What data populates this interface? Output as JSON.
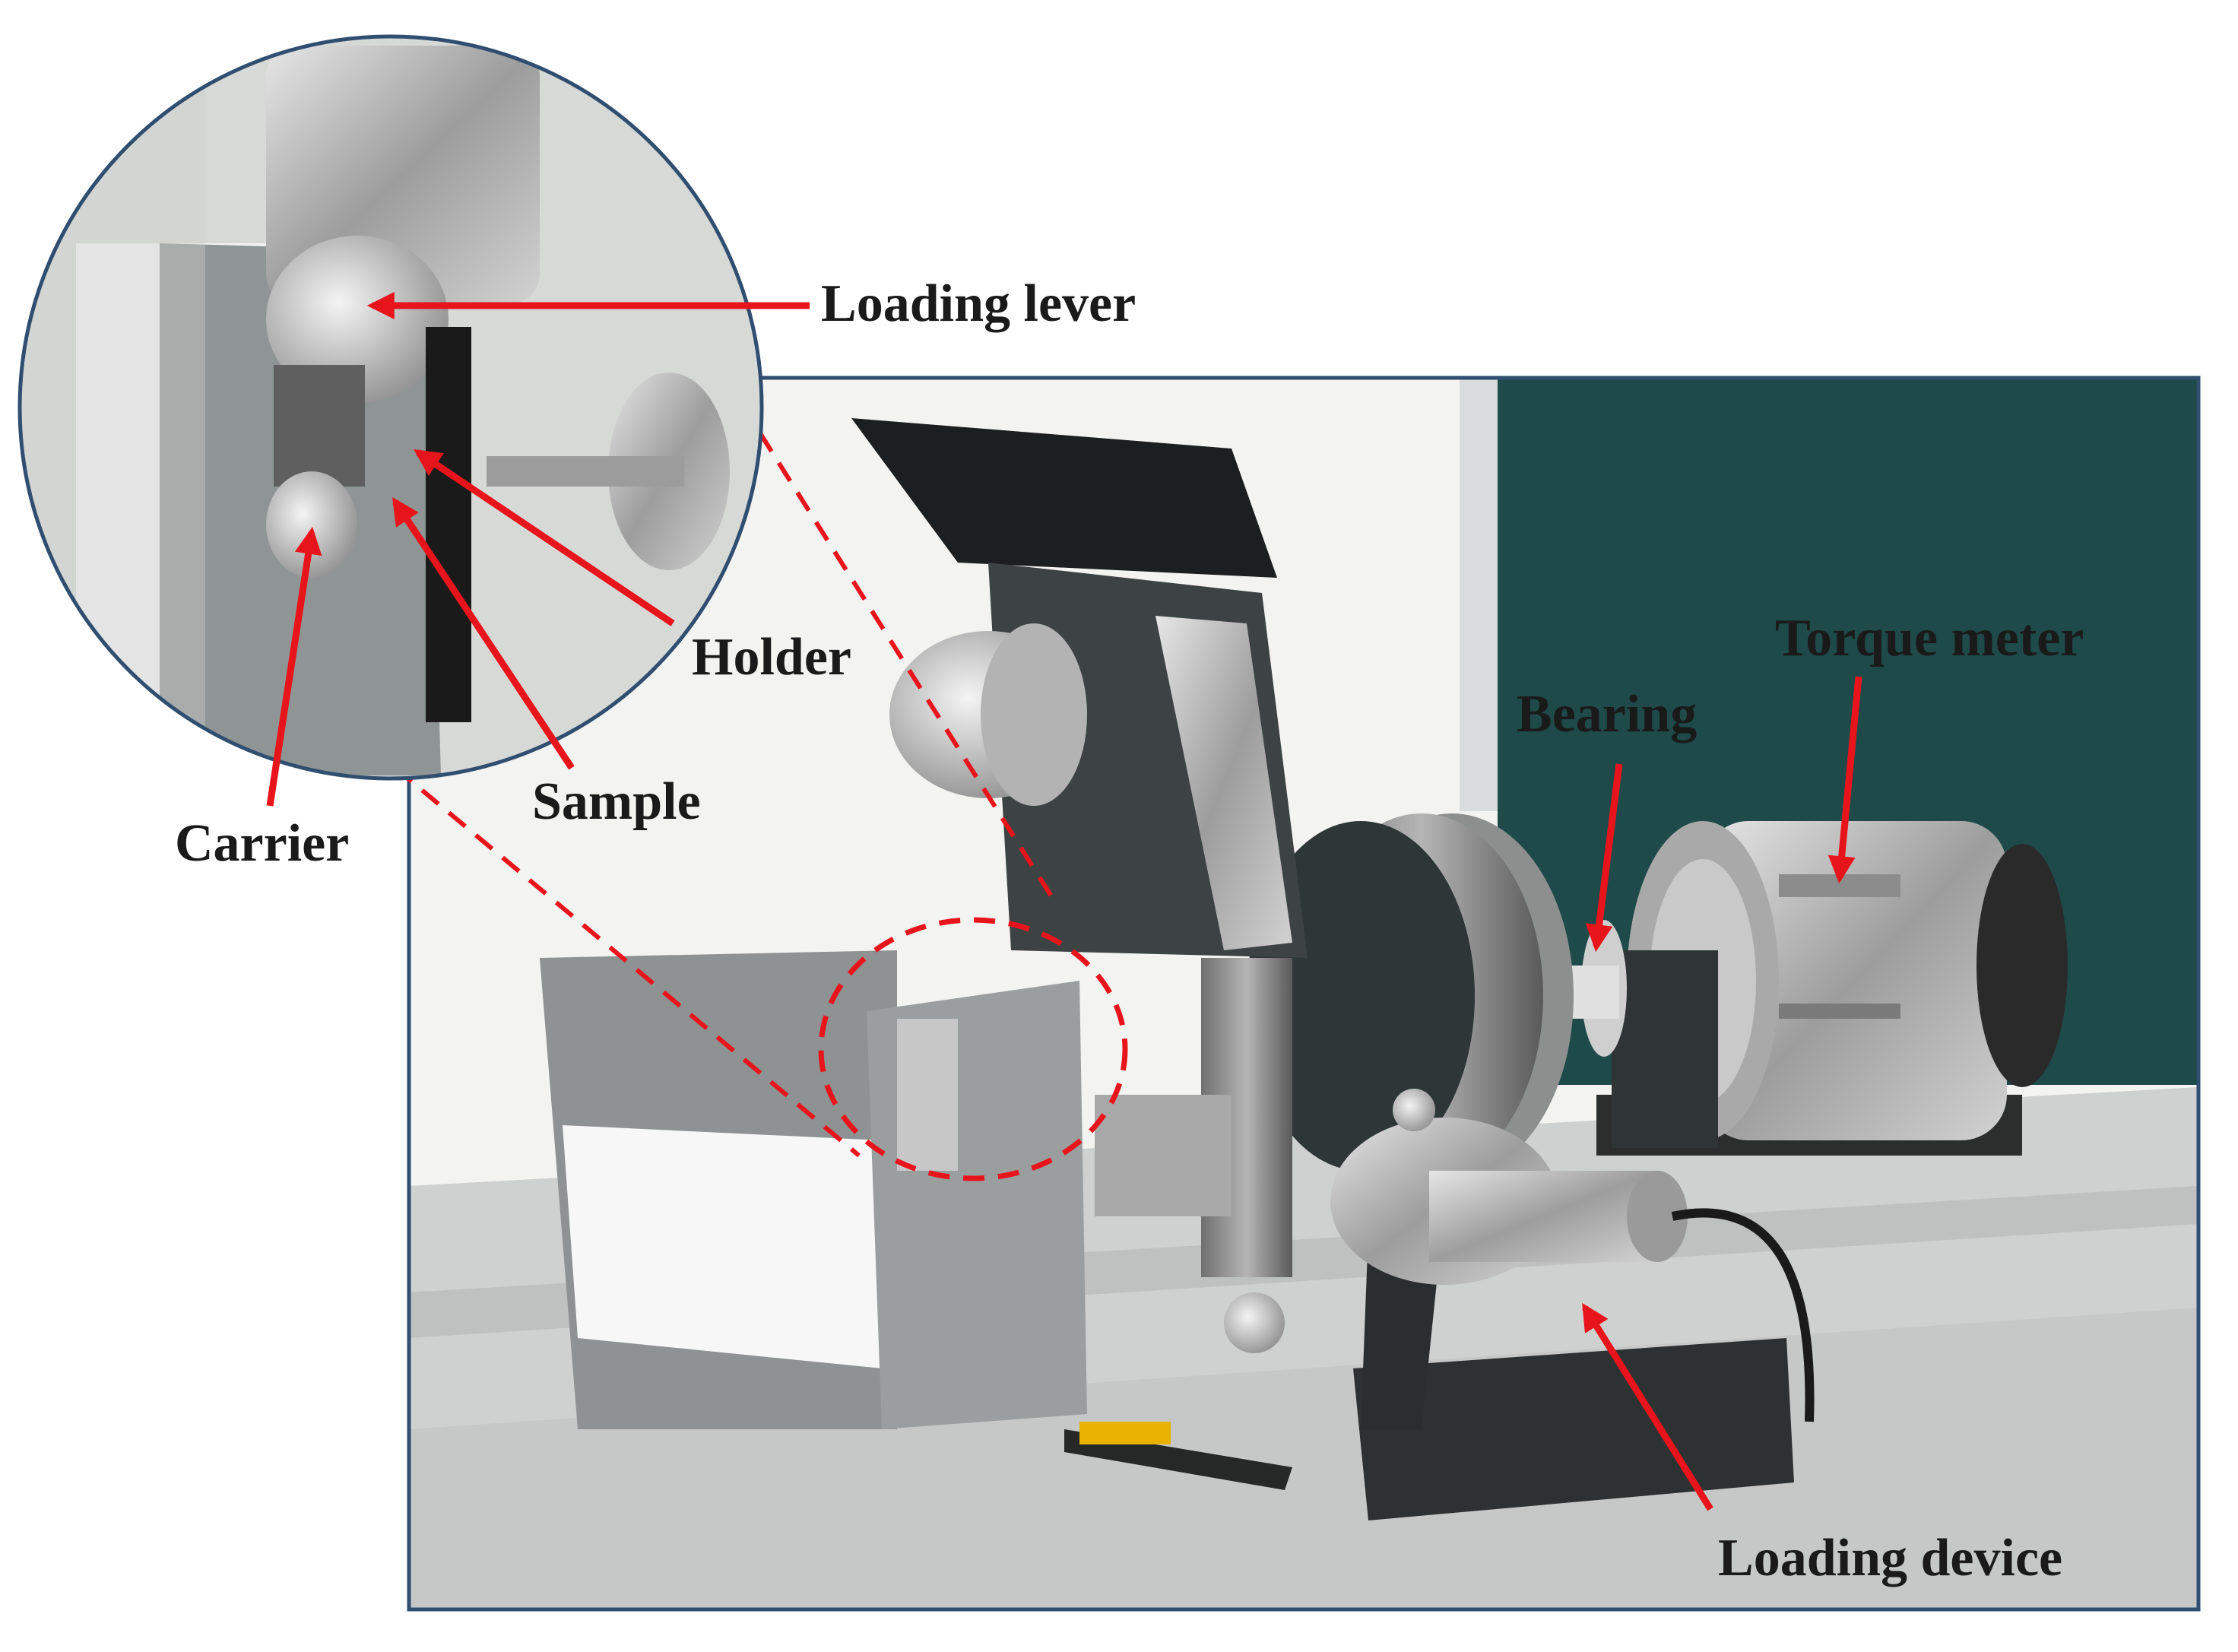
{
  "labels": {
    "loading_lever": "Loading lever",
    "holder": "Holder",
    "sample": "Sample",
    "carrier": "Carrier",
    "torque_meter": "Torque meter",
    "bearing": "Bearing",
    "loading_device": "Loading device"
  },
  "colors": {
    "arrow": "#e8141b",
    "frame": "#2f4e70",
    "background_panel": "#1f4a4a"
  }
}
